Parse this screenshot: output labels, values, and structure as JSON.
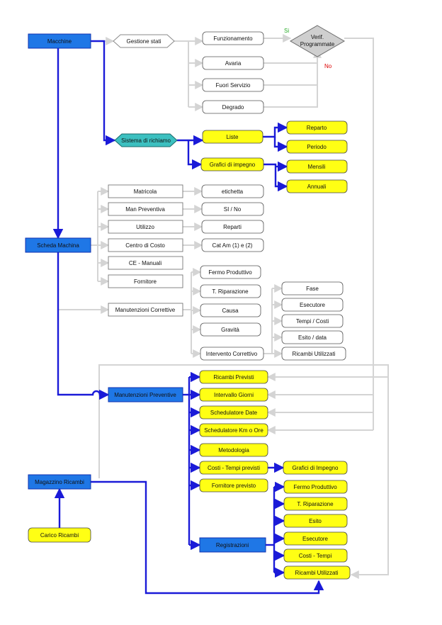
{
  "colors": {
    "blue_fill": "#1f77e6",
    "blue_edge": "#1030b0",
    "yellow_fill": "#ffff14",
    "white_fill": "#ffffff",
    "teal_fill": "#3cc0c0",
    "grey_fill": "#cfcfcf",
    "blue_line": "#1a1ad8",
    "grey_line": "#d4d4d4",
    "yes_color": "#22aa22",
    "no_color": "#dd0000"
  },
  "labels": {
    "yes": "Si",
    "no": "No"
  },
  "nodes": [
    {
      "id": "macchine",
      "label": "Macchine",
      "style": "blue"
    },
    {
      "id": "gestione-stati",
      "label": "Gestione stati",
      "style": "hex-white"
    },
    {
      "id": "funzionamento",
      "label": "Funzionamento",
      "style": "white"
    },
    {
      "id": "avaria",
      "label": "Avaria",
      "style": "white"
    },
    {
      "id": "fuori-servizio",
      "label": "Fuori Servizio",
      "style": "white"
    },
    {
      "id": "degrado",
      "label": "Degrado",
      "style": "white"
    },
    {
      "id": "verif-programmate",
      "label": "Verif.\nProgrammate",
      "style": "diamond"
    },
    {
      "id": "sistema-richiamo",
      "label": "Sistema di richiamo",
      "style": "hex-teal"
    },
    {
      "id": "liste",
      "label": "Liste",
      "style": "yellow"
    },
    {
      "id": "reparto",
      "label": "Reparto",
      "style": "yellow"
    },
    {
      "id": "periodo",
      "label": "Periodo",
      "style": "yellow"
    },
    {
      "id": "grafici-impegno-1",
      "label": "Grafici di impegno",
      "style": "yellow"
    },
    {
      "id": "mensili",
      "label": "Mensili",
      "style": "yellow"
    },
    {
      "id": "annuali",
      "label": "Annuali",
      "style": "yellow"
    },
    {
      "id": "matricola",
      "label": "Matricola",
      "style": "rect-white"
    },
    {
      "id": "etichetta",
      "label": "etichetta",
      "style": "white"
    },
    {
      "id": "man-preventiva",
      "label": "Man Preventiva",
      "style": "rect-white"
    },
    {
      "id": "si-no",
      "label": "SI / No",
      "style": "white"
    },
    {
      "id": "utilizzo",
      "label": "Utilizzo",
      "style": "rect-white"
    },
    {
      "id": "reparti",
      "label": "Reparti",
      "style": "white"
    },
    {
      "id": "scheda-machina",
      "label": "Scheda Machina",
      "style": "blue"
    },
    {
      "id": "centro-costo",
      "label": "Centro di Costo",
      "style": "rect-white"
    },
    {
      "id": "cat-am",
      "label": "Cat Am (1) e (2)",
      "style": "white"
    },
    {
      "id": "ce-manuali",
      "label": "CE - Manuali",
      "style": "rect-white"
    },
    {
      "id": "fornitore",
      "label": "Fornitore",
      "style": "rect-white"
    },
    {
      "id": "fermo-produttivo-1",
      "label": "Fermo Produttivo",
      "style": "white"
    },
    {
      "id": "t-riparazione-1",
      "label": "T. Riparazione",
      "style": "white"
    },
    {
      "id": "manutenzioni-correttive",
      "label": "Manutenzioni Correttive",
      "style": "rect-white"
    },
    {
      "id": "causa",
      "label": "Causa",
      "style": "white"
    },
    {
      "id": "gravita",
      "label": "Gravità",
      "style": "white"
    },
    {
      "id": "intervento-correttivo",
      "label": "Intervento Correttivo",
      "style": "white"
    },
    {
      "id": "fase",
      "label": "Fase",
      "style": "white"
    },
    {
      "id": "esecutore-1",
      "label": "Esecutore",
      "style": "white"
    },
    {
      "id": "tempi-costi-1",
      "label": "Tempi / Costi",
      "style": "white"
    },
    {
      "id": "esito-data",
      "label": "Esito / data",
      "style": "white"
    },
    {
      "id": "ricambi-utilizzati-1",
      "label": "Ricambi Utilizzati",
      "style": "white"
    },
    {
      "id": "manutenzioni-preventive",
      "label": "Manutenzioni Preventive",
      "style": "blue"
    },
    {
      "id": "ricambi-previsti",
      "label": "Ricambi Previsti",
      "style": "yellow"
    },
    {
      "id": "intervallo-giorni",
      "label": "Intervallo Giorni",
      "style": "yellow"
    },
    {
      "id": "schedulatore-date",
      "label": "Schedulatore Date",
      "style": "yellow"
    },
    {
      "id": "schedulatore-km",
      "label": "Schedulatore Km o Ore",
      "style": "yellow"
    },
    {
      "id": "metodologia",
      "label": "Metodologia",
      "style": "yellow"
    },
    {
      "id": "costi-tempi-previsti",
      "label": "Costi - Tempi previsti",
      "style": "yellow"
    },
    {
      "id": "grafici-impegno-2",
      "label": "Grafici di Impegno",
      "style": "yellow"
    },
    {
      "id": "fornitore-previsto",
      "label": "Fornitore previsto",
      "style": "yellow"
    },
    {
      "id": "magazzino-ricambi",
      "label": "Magazzino Ricambi",
      "style": "blue"
    },
    {
      "id": "fermo-produttivo-2",
      "label": "Fermo Produttivo",
      "style": "yellow"
    },
    {
      "id": "t-riparazione-2",
      "label": "T. Riparazione",
      "style": "yellow"
    },
    {
      "id": "esito",
      "label": "Esito",
      "style": "yellow"
    },
    {
      "id": "esecutore-2",
      "label": "Esecutore",
      "style": "yellow"
    },
    {
      "id": "carico-ricambi",
      "label": "Carico Ricambi",
      "style": "yellow"
    },
    {
      "id": "registrazioni",
      "label": "Registrazioni",
      "style": "blue"
    },
    {
      "id": "costi-tempi",
      "label": "Costi - Tempi",
      "style": "yellow"
    },
    {
      "id": "ricambi-utilizzati-2",
      "label": "Ricambi Utilizzati",
      "style": "yellow"
    }
  ]
}
